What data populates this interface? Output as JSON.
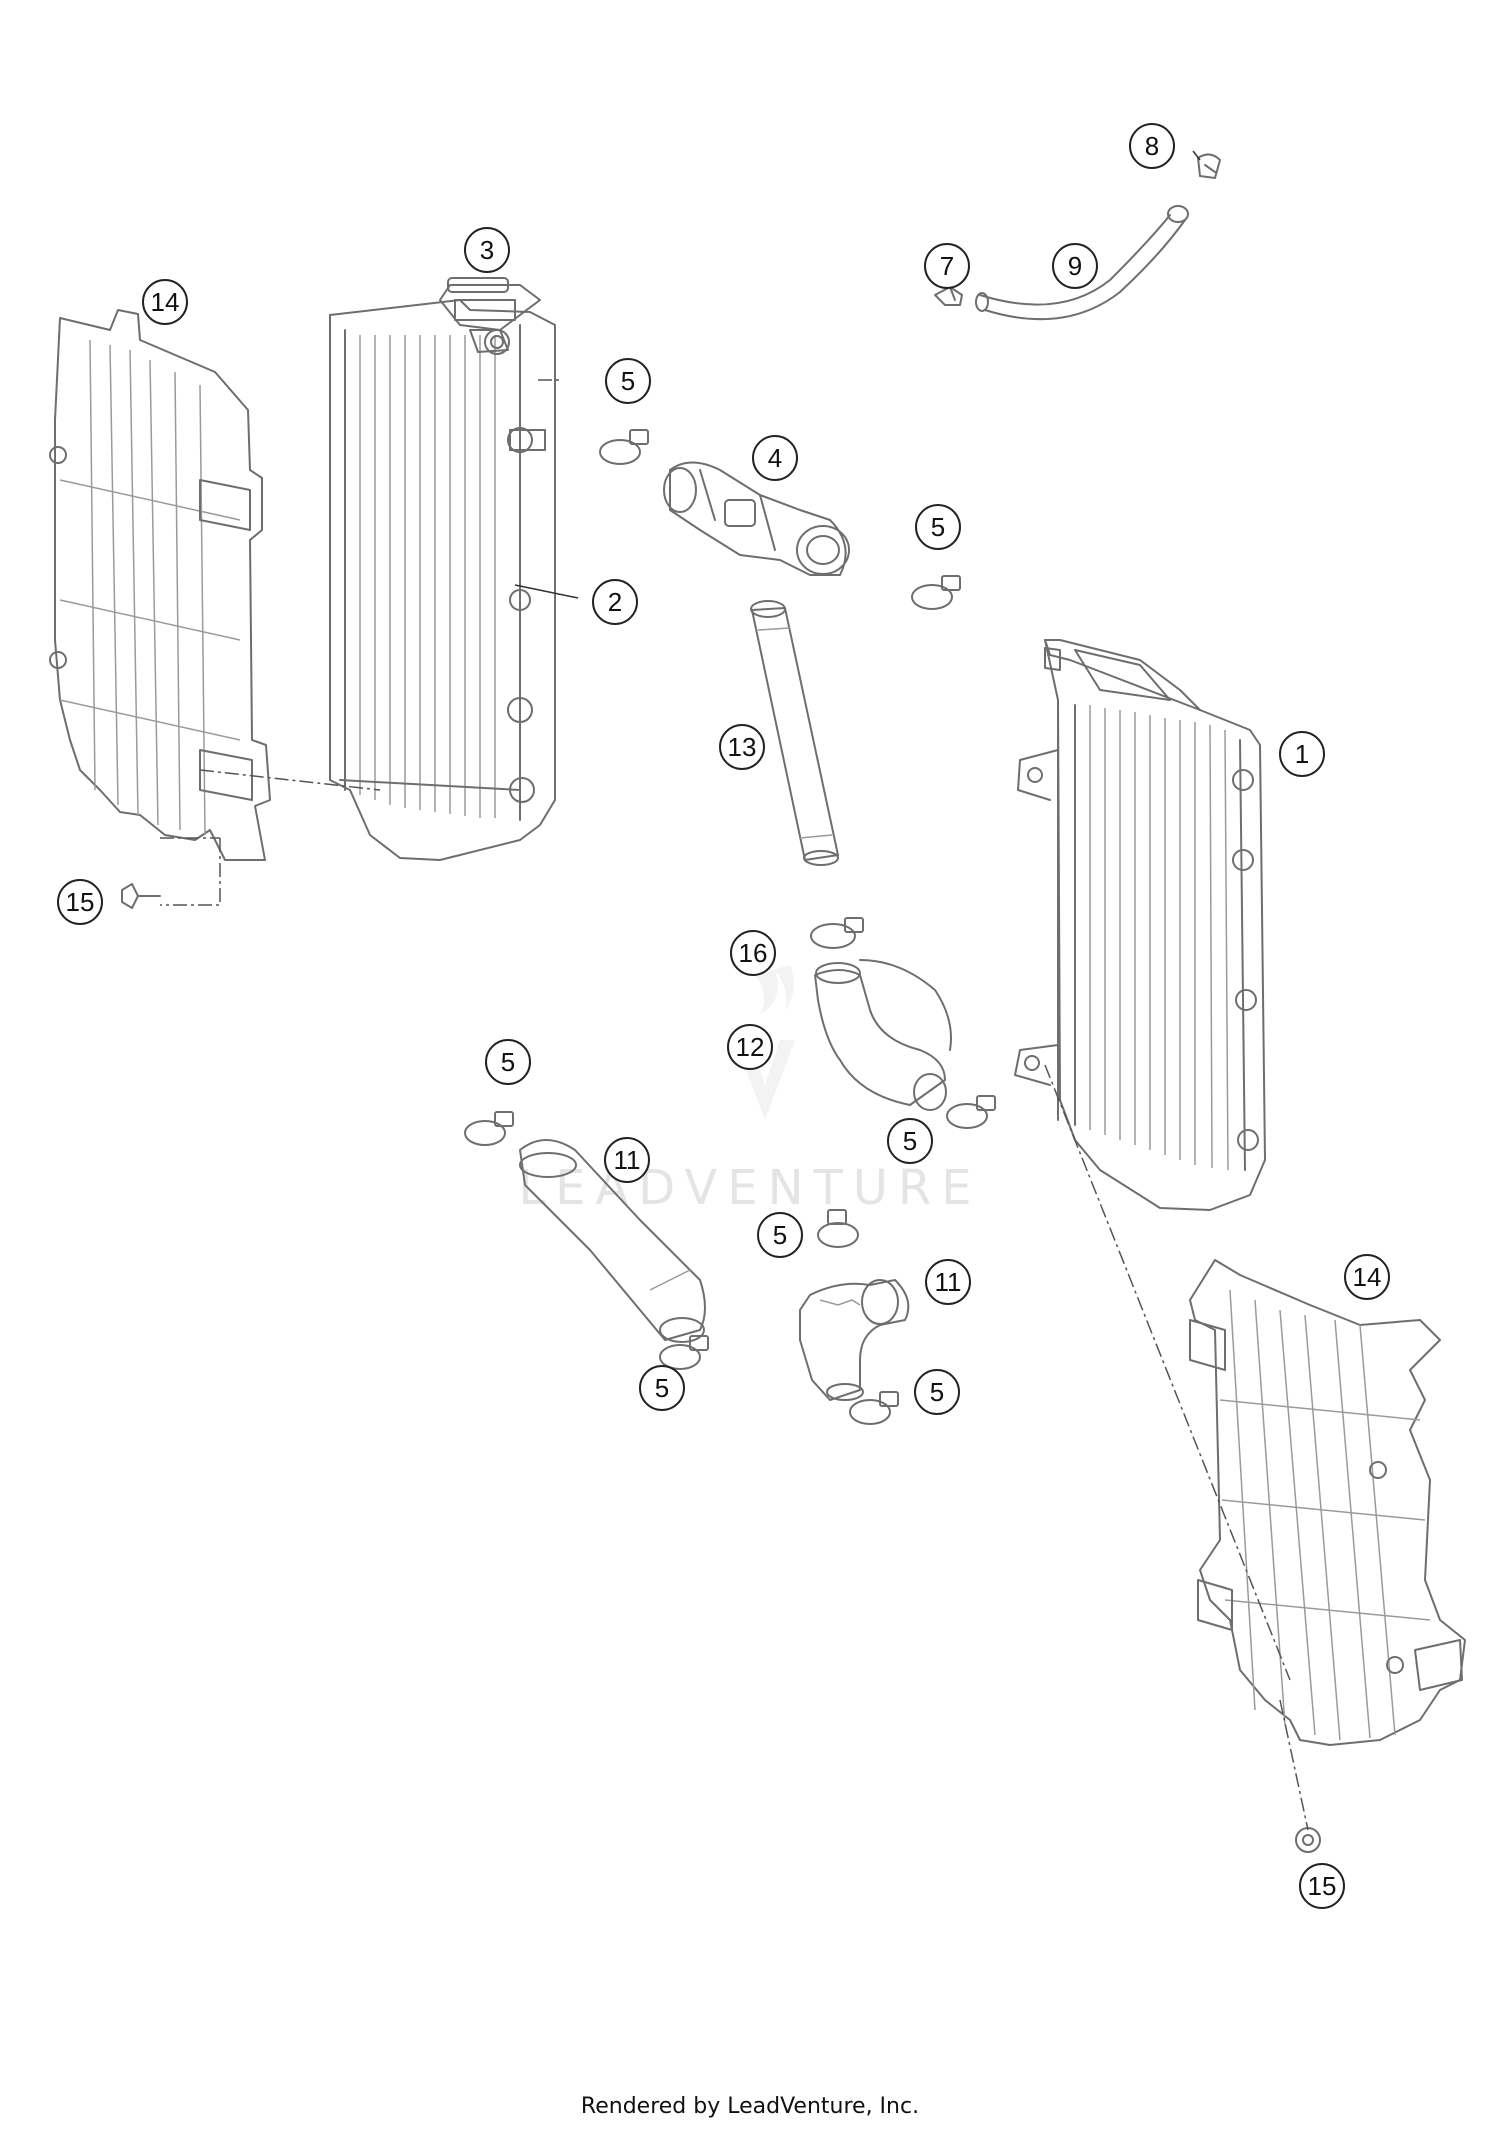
{
  "callouts": [
    {
      "id": "c1",
      "label": "1"
    },
    {
      "id": "c2",
      "label": "2"
    },
    {
      "id": "c3",
      "label": "3"
    },
    {
      "id": "c4",
      "label": "4"
    },
    {
      "id": "c5a",
      "label": "5"
    },
    {
      "id": "c5b",
      "label": "5"
    },
    {
      "id": "c5c",
      "label": "5"
    },
    {
      "id": "c5d",
      "label": "5"
    },
    {
      "id": "c5e",
      "label": "5"
    },
    {
      "id": "c5f",
      "label": "5"
    },
    {
      "id": "c5g",
      "label": "5"
    },
    {
      "id": "c7",
      "label": "7"
    },
    {
      "id": "c8",
      "label": "8"
    },
    {
      "id": "c9",
      "label": "9"
    },
    {
      "id": "c11a",
      "label": "11"
    },
    {
      "id": "c11b",
      "label": "11"
    },
    {
      "id": "c12",
      "label": "12"
    },
    {
      "id": "c13",
      "label": "13"
    },
    {
      "id": "c14a",
      "label": "14"
    },
    {
      "id": "c14b",
      "label": "14"
    },
    {
      "id": "c15a",
      "label": "15"
    },
    {
      "id": "c15b",
      "label": "15"
    },
    {
      "id": "c16",
      "label": "16"
    }
  ],
  "watermark": "LEADVENTURE",
  "footer": "Rendered by LeadVenture, Inc."
}
